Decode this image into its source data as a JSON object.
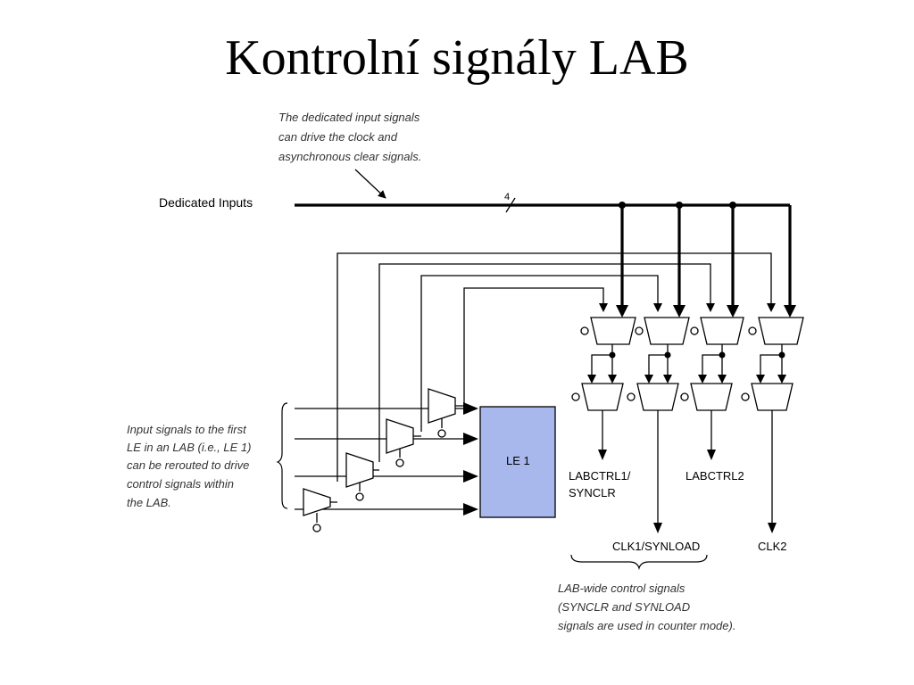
{
  "slide": {
    "title": "Kontrolní signály LAB"
  },
  "diagram": {
    "annotation_top": [
      "The dedicated input signals",
      "can drive the clock and",
      "asynchronous clear signals."
    ],
    "dedicated_inputs_label": "Dedicated Inputs",
    "bus_width_label": "4",
    "le_block_label": "LE 1",
    "annotation_left": [
      "Input signals to the first",
      "LE in an LAB (i.e., LE 1)",
      "can be rerouted to drive",
      "control  signals within",
      "the LAB."
    ],
    "outputs": {
      "labctrl1_line1": "LABCTRL1/",
      "labctrl1_line2": "SYNCLR",
      "labctrl2": "LABCTRL2",
      "clk1": "CLK1/SYNLOAD",
      "clk2": "CLK2"
    },
    "annotation_bottom": [
      "LAB-wide control signals",
      "(SYNCLR and SYNLOAD",
      "signals are used in counter mode)."
    ],
    "colors": {
      "le_block_fill": "#a9b8ec",
      "line": "#000000"
    }
  }
}
